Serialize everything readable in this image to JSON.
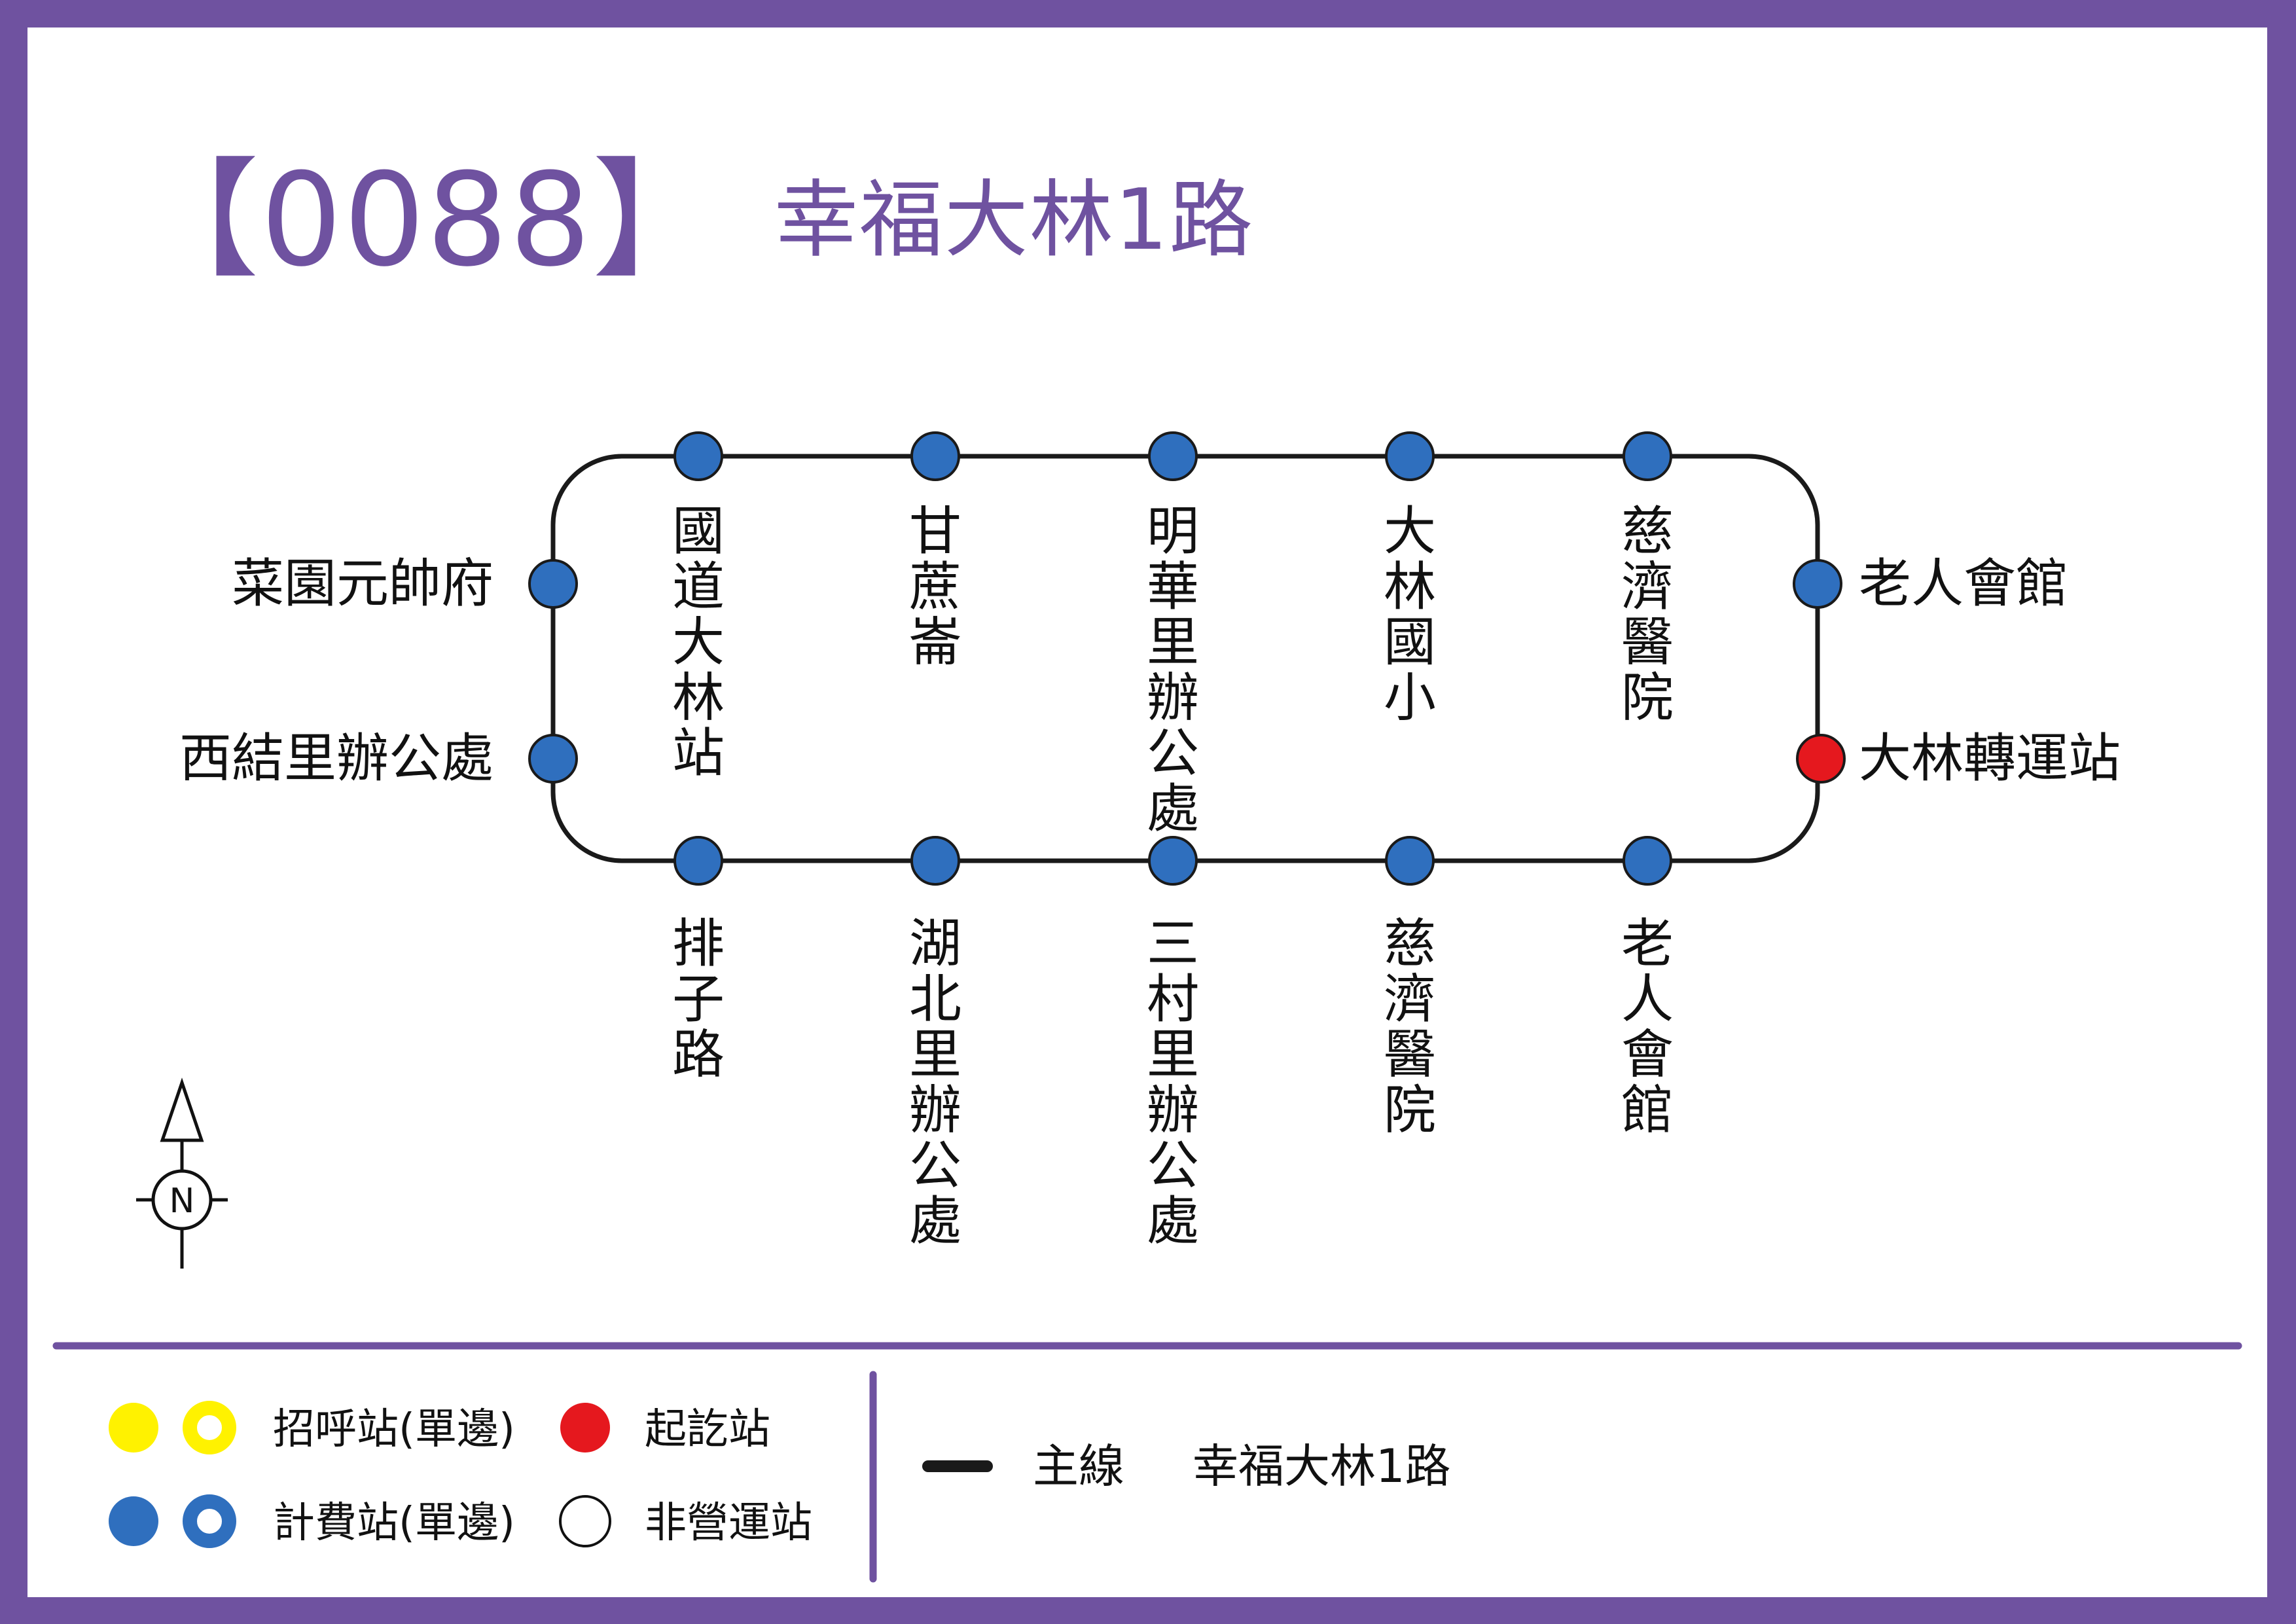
{
  "title": {
    "code": "【0088】",
    "name": "幸福大林1路"
  },
  "colors": {
    "frame": "#6f52a0",
    "line": "#1a1a1a",
    "fare_stop": "#2f6fbe",
    "terminal": "#e5181e",
    "flag_stop": "#fff200"
  },
  "stations": {
    "top": [
      "國道大林站",
      "甘蔗崙",
      "明華里辦公處",
      "大林國小",
      "慈濟醫院"
    ],
    "bottom": [
      "排子路",
      "湖北里辦公處",
      "三村里辦公處",
      "慈濟醫院",
      "老人會館"
    ],
    "left": [
      "菜園元帥府",
      "西結里辦公處"
    ],
    "right": [
      "老人會館",
      "大林轉運站"
    ],
    "terminal": "大林轉運站"
  },
  "compass": {
    "label": "N",
    "icon": "north-arrow-icon"
  },
  "legend": {
    "flag_stop": "招呼站(單邊)",
    "fare_stop": "計費站(單邊)",
    "terminal": "起訖站",
    "non_operating": "非營運站",
    "line_type": "主線",
    "line_name": "幸福大林1路"
  }
}
